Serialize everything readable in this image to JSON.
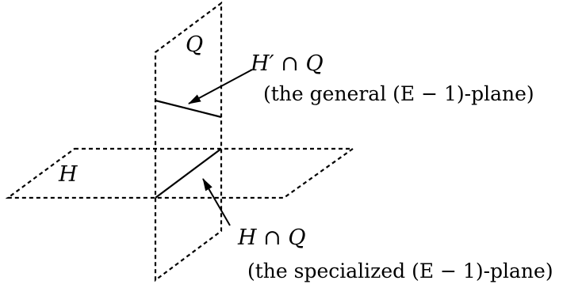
{
  "labels": {
    "plane_h": "H",
    "plane_q": "Q",
    "general_name": "H′ ∩ Q",
    "general_desc": "(the general (E − 1)-plane)",
    "specialized_name": "H ∩ Q",
    "specialized_desc": "(the specialized (E − 1)-plane)"
  },
  "colors": {
    "ink": "#000000",
    "background": "#ffffff"
  }
}
